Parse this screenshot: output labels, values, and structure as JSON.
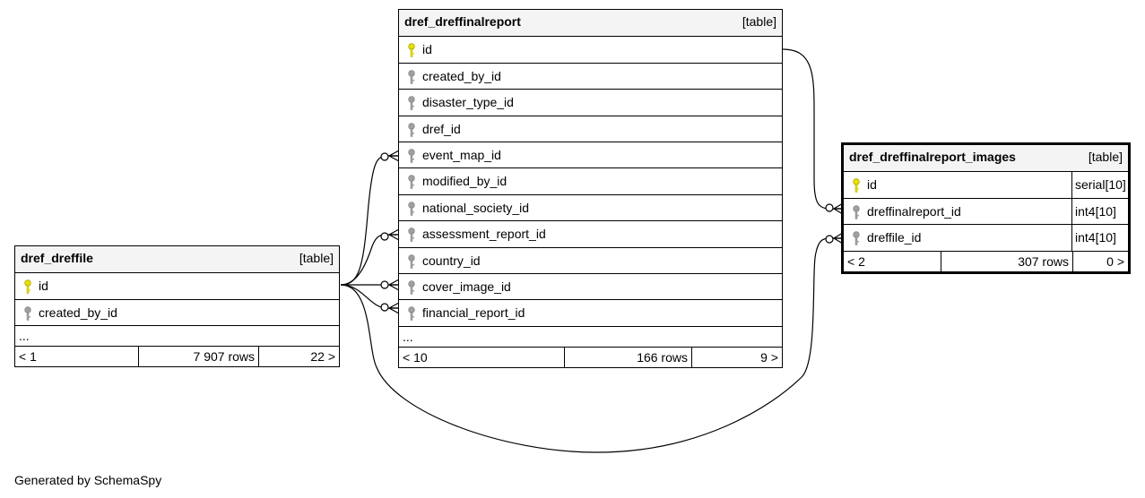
{
  "colors": {
    "primary_key": "#e8e000",
    "foreign_key": "#a0a0a0",
    "header_bg": "#f4f4f4"
  },
  "tables": {
    "finalreport": {
      "name": "dref_dreffinalreport",
      "type": "[table]",
      "columns": [
        {
          "name": "id",
          "key": "primary"
        },
        {
          "name": "created_by_id",
          "key": "foreign"
        },
        {
          "name": "disaster_type_id",
          "key": "foreign"
        },
        {
          "name": "dref_id",
          "key": "foreign"
        },
        {
          "name": "event_map_id",
          "key": "foreign"
        },
        {
          "name": "modified_by_id",
          "key": "foreign"
        },
        {
          "name": "national_society_id",
          "key": "foreign"
        },
        {
          "name": "assessment_report_id",
          "key": "foreign"
        },
        {
          "name": "country_id",
          "key": "foreign"
        },
        {
          "name": "cover_image_id",
          "key": "foreign"
        },
        {
          "name": "financial_report_id",
          "key": "foreign"
        }
      ],
      "more": "...",
      "footer": {
        "prev": "< 10",
        "rows": "166 rows",
        "next": "9 >"
      }
    },
    "dreffile": {
      "name": "dref_dreffile",
      "type": "[table]",
      "columns": [
        {
          "name": "id",
          "key": "primary"
        },
        {
          "name": "created_by_id",
          "key": "foreign"
        }
      ],
      "more": "...",
      "footer": {
        "prev": "< 1",
        "rows": "7 907 rows",
        "next": "22 >"
      }
    },
    "images": {
      "name": "dref_dreffinalreport_images",
      "type": "[table]",
      "columns": [
        {
          "name": "id",
          "key": "primary",
          "datatype": "serial[10]"
        },
        {
          "name": "dreffinalreport_id",
          "key": "foreign",
          "datatype": "int4[10]"
        },
        {
          "name": "dreffile_id",
          "key": "foreign",
          "datatype": "int4[10]"
        }
      ],
      "footer": {
        "prev": "< 2",
        "rows": "307 rows",
        "next": "0 >"
      }
    }
  },
  "relations": [
    {
      "from": "dreffile.id",
      "to": "finalreport.event_map_id"
    },
    {
      "from": "dreffile.id",
      "to": "finalreport.assessment_report_id"
    },
    {
      "from": "dreffile.id",
      "to": "finalreport.cover_image_id"
    },
    {
      "from": "dreffile.id",
      "to": "finalreport.financial_report_id"
    },
    {
      "from": "dreffile.id",
      "to": "images.dreffile_id"
    },
    {
      "from": "finalreport.id",
      "to": "images.dreffinalreport_id"
    }
  ],
  "generated_by": "Generated by SchemaSpy"
}
